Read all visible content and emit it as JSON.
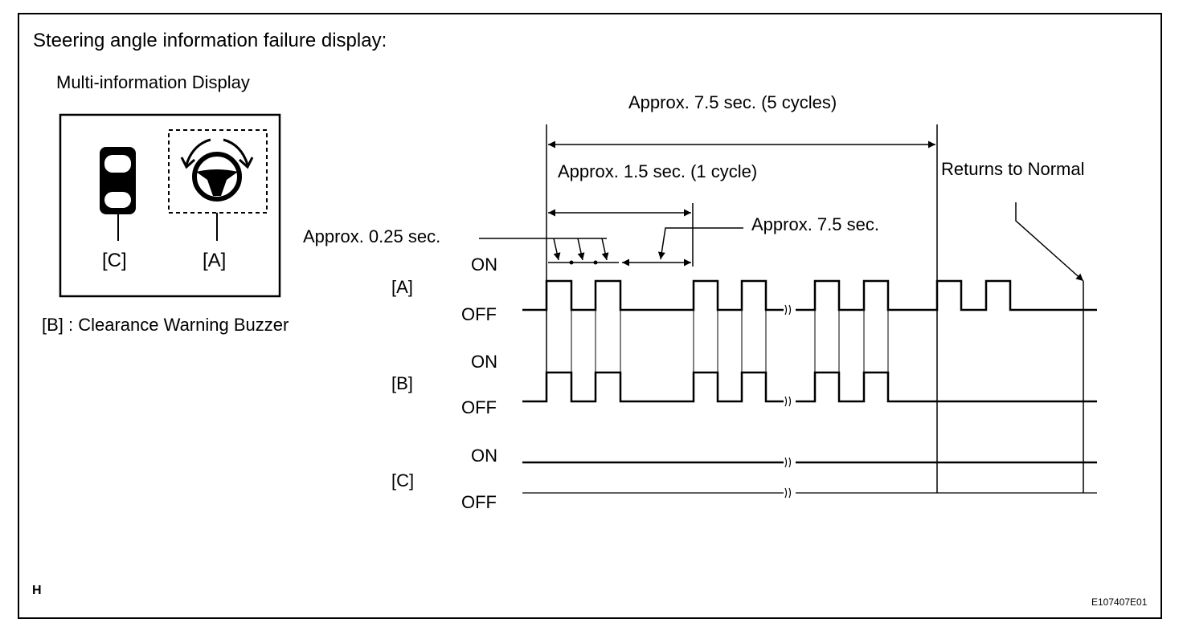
{
  "title": "Steering angle information failure display:",
  "display_label": "Multi-information Display",
  "display_icons": [
    {
      "label": "[C]",
      "icon": "vehicle-top-view-icon"
    },
    {
      "label": "[A]",
      "icon": "steering-wheel-warning-icon"
    }
  ],
  "legend_b": "[B] : Clearance Warning Buzzer",
  "timing": {
    "total": "Approx. 7.5 sec. (5 cycles)",
    "cycle": "Approx. 1.5 sec. (1 cycle)",
    "pulse": "Approx. 0.25 sec.",
    "off_period": "Approx. 7.5 sec.",
    "returns": "Returns to Normal"
  },
  "signals": [
    {
      "name": "[A]",
      "on": "ON",
      "off": "OFF"
    },
    {
      "name": "[B]",
      "on": "ON",
      "off": "OFF"
    },
    {
      "name": "[C]",
      "on": "ON",
      "off": "OFF"
    }
  ],
  "corner_code": "H",
  "figure_code": "E107407E01"
}
